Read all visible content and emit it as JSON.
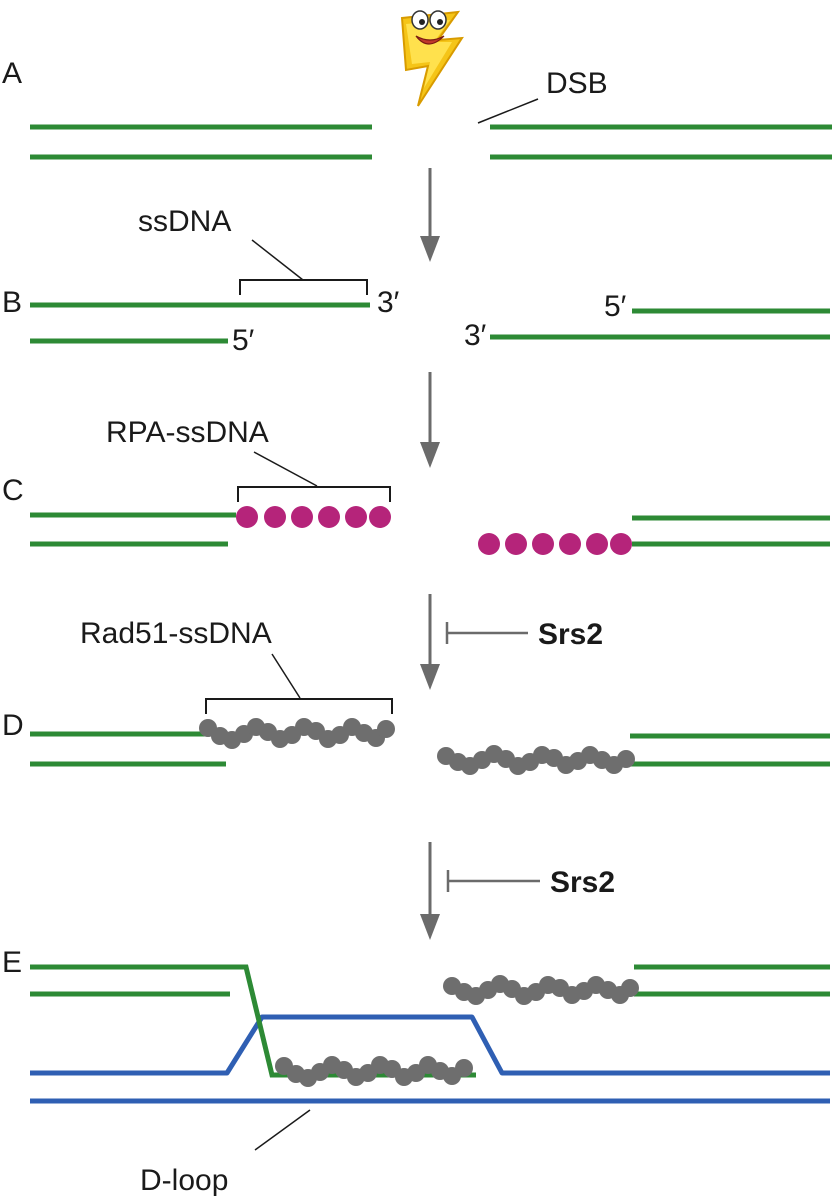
{
  "panels": [
    {
      "id": "A",
      "letter": "A"
    },
    {
      "id": "B",
      "letter": "B"
    },
    {
      "id": "C",
      "letter": "C"
    },
    {
      "id": "D",
      "letter": "D"
    },
    {
      "id": "E",
      "letter": "E"
    }
  ],
  "labels": {
    "dsb": "DSB",
    "ssdna": "ssDNA",
    "rpa_ssdna": "RPA-ssDNA",
    "rad51_ssdna": "Rad51-ssDNA",
    "dloop": "D-loop",
    "srs2_first": "Srs2",
    "srs2_second": "Srs2",
    "three_prime_left": "3′",
    "five_prime_left": "5′",
    "three_prime_right": "3′",
    "five_prime_right": "5′"
  },
  "colors": {
    "dna_strand": "#2d8a35",
    "donor_dna": "#2f5fb3",
    "rpa": "#b5247a",
    "rad51": "#6e6e6e",
    "arrow": "#6b6b6b",
    "lightning": "#f5c518"
  },
  "icons": {
    "damage": "lightning-bolt-cartoon-icon"
  }
}
